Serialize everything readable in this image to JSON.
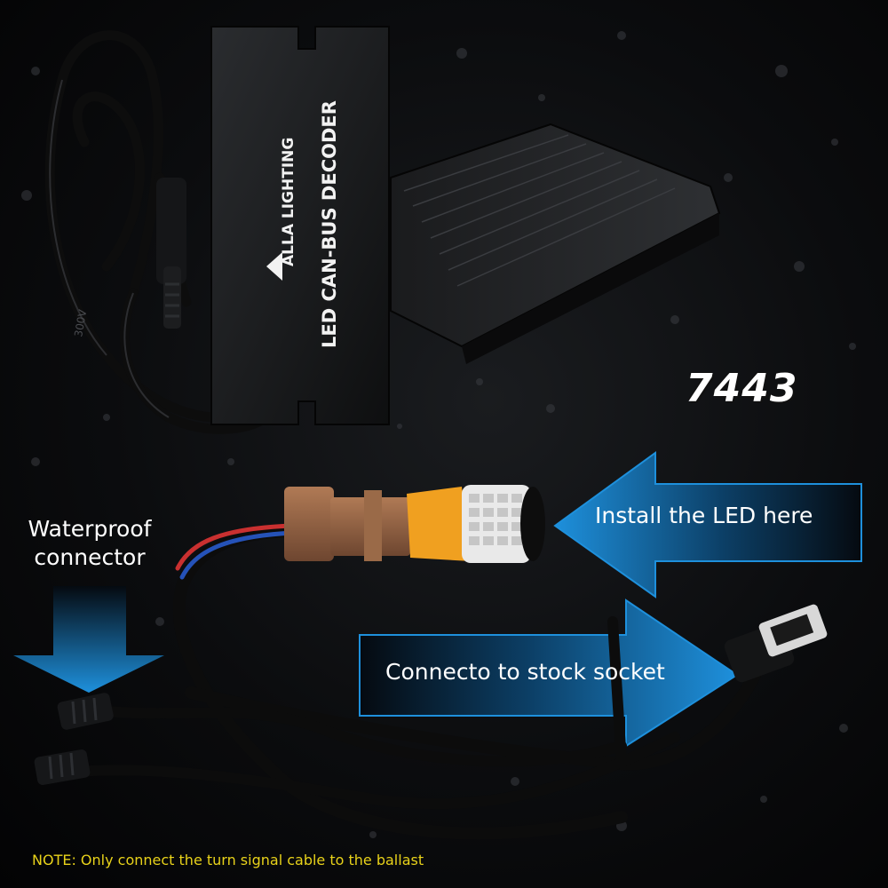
{
  "product": {
    "model_number": "7443",
    "brand_logo": "ALLA LIGHTING",
    "decoder_label": "LED CAN-BUS DECODER",
    "cable_print": "300V"
  },
  "callouts": {
    "install": "Install the LED here",
    "connect": "Connecto to stock socket",
    "waterproof_line1": "Waterproof",
    "waterproof_line2": "connector"
  },
  "note": "NOTE: Only connect the turn signal cable to the ballast",
  "colors": {
    "arrow_blue": "#1f8fd6",
    "note_yellow": "#e8d21a",
    "led_amber": "#f0a020"
  },
  "icons": [
    "arrow-left-icon",
    "arrow-right-icon",
    "arrow-down-icon"
  ]
}
